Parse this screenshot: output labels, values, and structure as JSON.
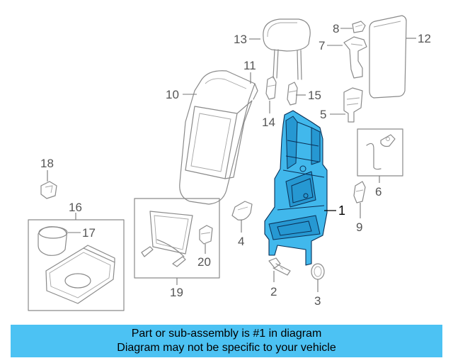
{
  "diagram": {
    "callouts": {
      "c1": "1",
      "c2": "2",
      "c3": "3",
      "c4": "4",
      "c5": "5",
      "c6": "6",
      "c7": "7",
      "c8": "8",
      "c9": "9",
      "c10": "10",
      "c11": "11",
      "c12": "12",
      "c13": "13",
      "c14": "14",
      "c15": "15",
      "c16": "16",
      "c17": "17",
      "c18": "18",
      "c19": "19",
      "c20": "20"
    },
    "highlight_color": "#41b8ec"
  },
  "banner": {
    "line1": "Part or sub-assembly is #1 in diagram",
    "line2": "Diagram may not be specific to your vehicle",
    "background": "#4cc2f3"
  }
}
